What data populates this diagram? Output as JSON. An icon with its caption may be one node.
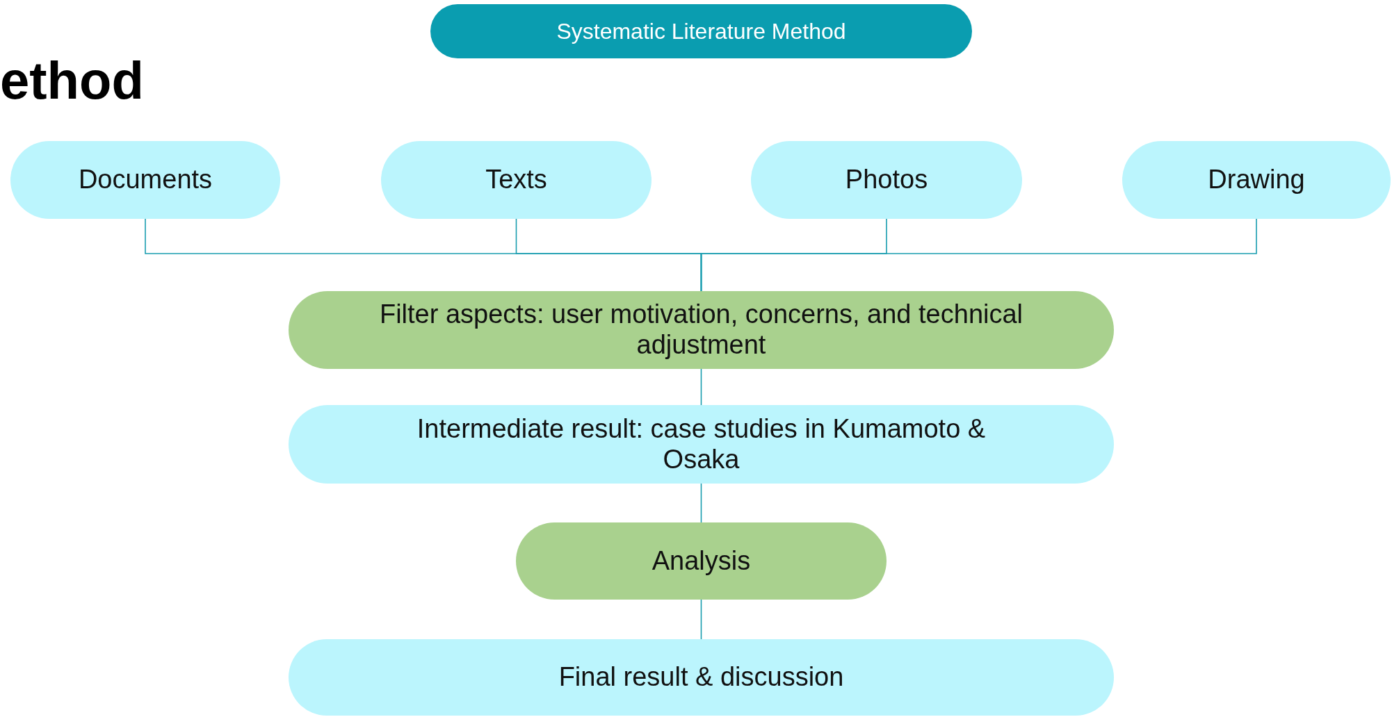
{
  "diagram": {
    "title": "ethod",
    "nodes": [
      {
        "text": [
          "Systematic Literature Method"
        ]
      },
      {
        "text": [
          "Documents"
        ]
      },
      {
        "text": [
          "Texts"
        ]
      },
      {
        "text": [
          "Photos"
        ]
      },
      {
        "text": [
          "Drawing"
        ]
      },
      {
        "text": [
          "Filter aspects: user motivation, concerns, and technical adjustment"
        ]
      },
      {
        "text": [
          "Intermediate result: case studies in Kumamoto & Osaka"
        ]
      },
      {
        "text": [
          "Analysis"
        ]
      },
      {
        "text": [
          "Final result & discussion"
        ]
      }
    ],
    "edges": [
      {
        "from": 1,
        "to": 5,
        "arrow": "none"
      },
      {
        "from": 2,
        "to": 5,
        "arrow": "none"
      },
      {
        "from": 3,
        "to": 5,
        "arrow": "none"
      },
      {
        "from": 4,
        "to": 5,
        "arrow": "none"
      },
      {
        "from": 5,
        "to": 6,
        "arrow": "none"
      },
      {
        "from": 6,
        "to": 7,
        "arrow": "none"
      },
      {
        "from": 7,
        "to": 8,
        "arrow": "none"
      }
    ]
  }
}
